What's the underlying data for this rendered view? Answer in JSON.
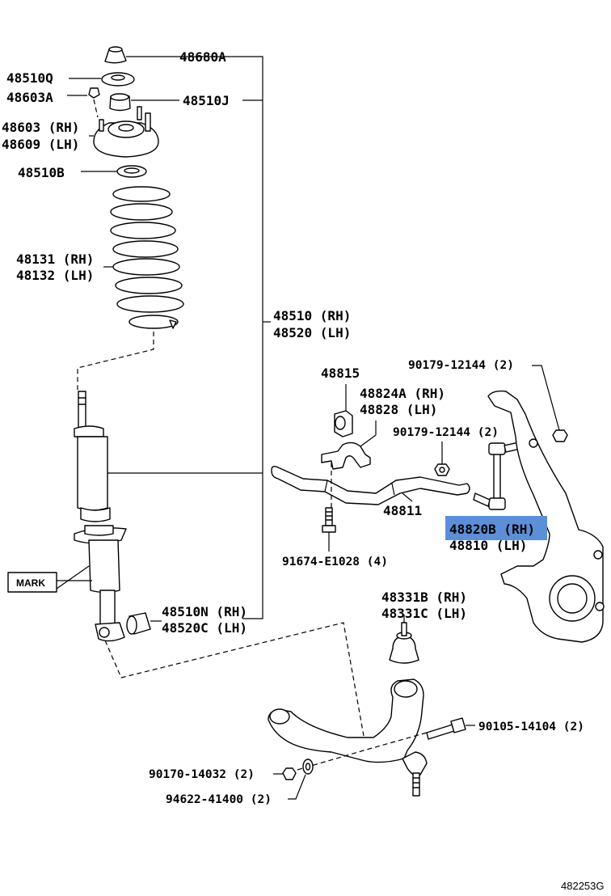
{
  "labels": {
    "p48680A": "48680A",
    "p48510Q": "48510Q",
    "p48603A": "48603A",
    "p48510J": "48510J",
    "p48603RH": "48603 (RH)",
    "p48609LH": "48609 (LH)",
    "p48510B": "48510B",
    "p48131RH": "48131 (RH)",
    "p48132LH": "48132 (LH)",
    "p48510RH": "48510 (RH)",
    "p48520LH": "48520 (LH)",
    "p90179a": "90179-12144 (2)",
    "p48815": "48815",
    "p48824A": "48824A (RH)",
    "p48828": "48828 (LH)",
    "p90179b": "90179-12144 (2)",
    "p48811": "48811",
    "p48820B": "48820B (RH)",
    "p48810": "48810 (LH)",
    "p91674": "91674-E1028 (4)",
    "mark": "MARK",
    "p48510N": "48510N (RH)",
    "p48520C": "48520C (LH)",
    "p48331B": "48331B (RH)",
    "p48331C": "48331C (LH)",
    "p90105": "90105-14104 (2)",
    "p90170": "90170-14032 (2)",
    "p94622": "94622-41400 (2)",
    "figure_ref": "482253G"
  },
  "highlight": {
    "part": "48820B (RH)",
    "color": "#5b8fd9"
  }
}
